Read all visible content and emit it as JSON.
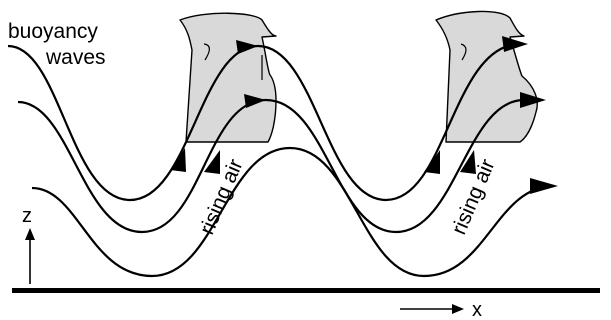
{
  "labels": {
    "buoyancy": "buoyancy",
    "waves": "waves",
    "rising_air_left": "rising air",
    "rising_air_right": "rising air",
    "z_axis": "z",
    "x_axis": "x"
  },
  "colors": {
    "cloud_fill": "#d9d9d9",
    "line": "#000000",
    "background": "#ffffff"
  }
}
